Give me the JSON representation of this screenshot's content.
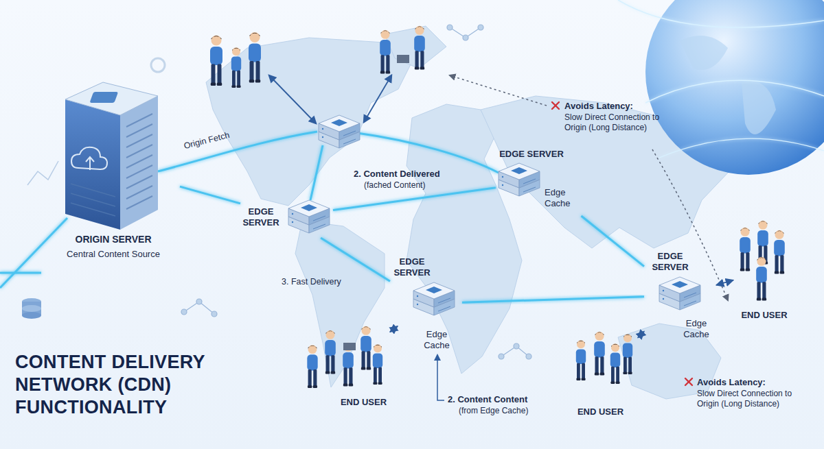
{
  "diagram": {
    "title": "CONTENT DELIVERY NETWORK (CDN) FUNCTIONALITY",
    "nodes": [
      {
        "text": [
          "ORIGIN SERVER",
          "Central Content Source"
        ]
      },
      {
        "text": [
          "EDGE SERVER"
        ]
      },
      {
        "text": [
          "EDGE SERVER",
          "Edge Cache"
        ]
      },
      {
        "text": [
          "EDGE SERVER",
          "Edge Cache"
        ]
      },
      {
        "text": [
          "EDGE SERVER",
          "Edge Cache"
        ]
      },
      {
        "text": [
          "END USER"
        ]
      },
      {
        "text": [
          "END USER"
        ]
      },
      {
        "text": [
          "END USER"
        ]
      }
    ],
    "edges": [
      {
        "from": 0,
        "to": 1,
        "arrow": "none"
      },
      {
        "from": 1,
        "to": 2,
        "arrow": "none"
      },
      {
        "from": 1,
        "to": 3,
        "arrow": "none"
      },
      {
        "from": 2,
        "to": 4,
        "arrow": "none"
      },
      {
        "from": 3,
        "to": 4,
        "arrow": "none"
      },
      {
        "from": 4,
        "to": 5,
        "arrow": "both"
      },
      {
        "from": 3,
        "to": 6,
        "arrow": "both"
      },
      {
        "from": 4,
        "to": 7,
        "arrow": "both"
      }
    ],
    "labels": [
      "Origin Fetch",
      "2. Content Delivered",
      "(fached Content)",
      "Avoids Latency:",
      "Slow Direct Connection to Origin (Long Distance)",
      "3. Fast Delivery",
      "2. Content Content",
      "(from Edge Cache)",
      "Avoids Latency:",
      "Slow Direct Connection to Origin (Long Distance)"
    ]
  }
}
